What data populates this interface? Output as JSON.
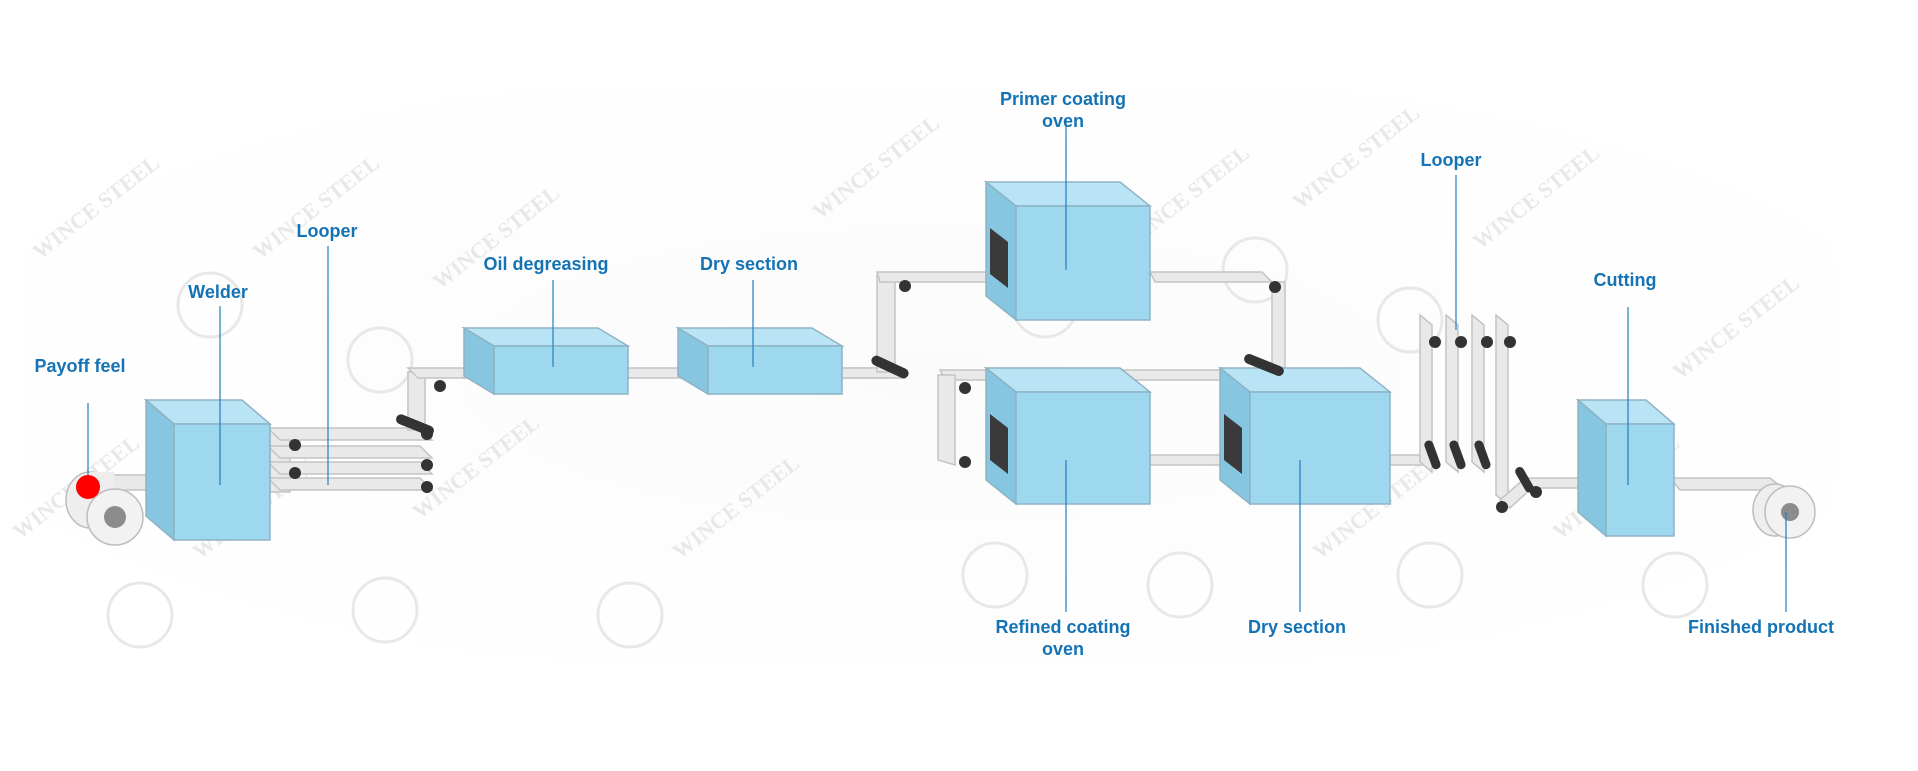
{
  "labels": {
    "payoff_feel": "Payoff feel",
    "welder": "Welder",
    "looper_entry": "Looper",
    "oil_degreasing": "Oil degreasing",
    "dry_section_1": "Dry section",
    "primer_coating_oven": [
      "Primer coating",
      "oven"
    ],
    "looper_exit": "Looper",
    "cutting": "Cutting",
    "refined_coating_oven": [
      "Refined  coating",
      "oven"
    ],
    "dry_section_2": "Dry section",
    "finished_product": "Finished product"
  },
  "watermark_text": "WINCE STEEL",
  "colors": {
    "label": "#1473b5",
    "box_front": "#9dd8ef",
    "box_top": "#b9e4f5",
    "box_side": "#86c6e0",
    "box_stroke": "#8fb3c4",
    "strip": "#e9e9e9",
    "strip_stroke": "#bfbfbf",
    "roller": "#333333",
    "marker": "#ff0000",
    "watermark": "#ececec"
  }
}
